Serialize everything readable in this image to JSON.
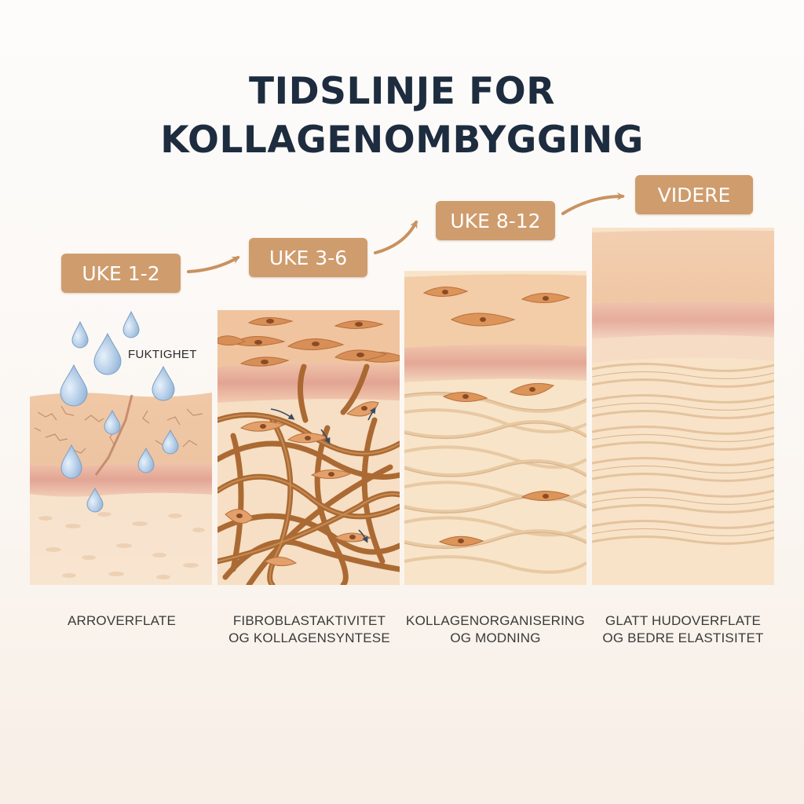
{
  "title": {
    "line1": "TIDSLINJE FOR",
    "line2": "KOLLAGENOMBYGGING"
  },
  "stages": [
    {
      "badge": "UKE 1-2",
      "caption_line1": "ARROVERFLATE",
      "caption_line2": ""
    },
    {
      "badge": "UKE 3-6",
      "caption_line1": "FIBROBLASTAKTIVITET",
      "caption_line2": "OG KOLLAGENSYNTESE"
    },
    {
      "badge": "UKE 8-12",
      "caption_line1": "KOLLAGENORGANISERING",
      "caption_line2": "OG MODNING"
    },
    {
      "badge": "VIDERE",
      "caption_line1": "GLATT HUDOVERFLATE",
      "caption_line2": "OG BEDRE ELASTISITET"
    }
  ],
  "annotations": {
    "moisture_label": "FUKTIGHET"
  },
  "colors": {
    "title": "#1d2c3e",
    "badge": "#cf9c6d",
    "arrow": "#c8925f",
    "skin_top": "#f2c9a4",
    "skin_pink": "#e9b3a2",
    "collagen": "#b06a2e",
    "water": "#a9c8e6"
  }
}
